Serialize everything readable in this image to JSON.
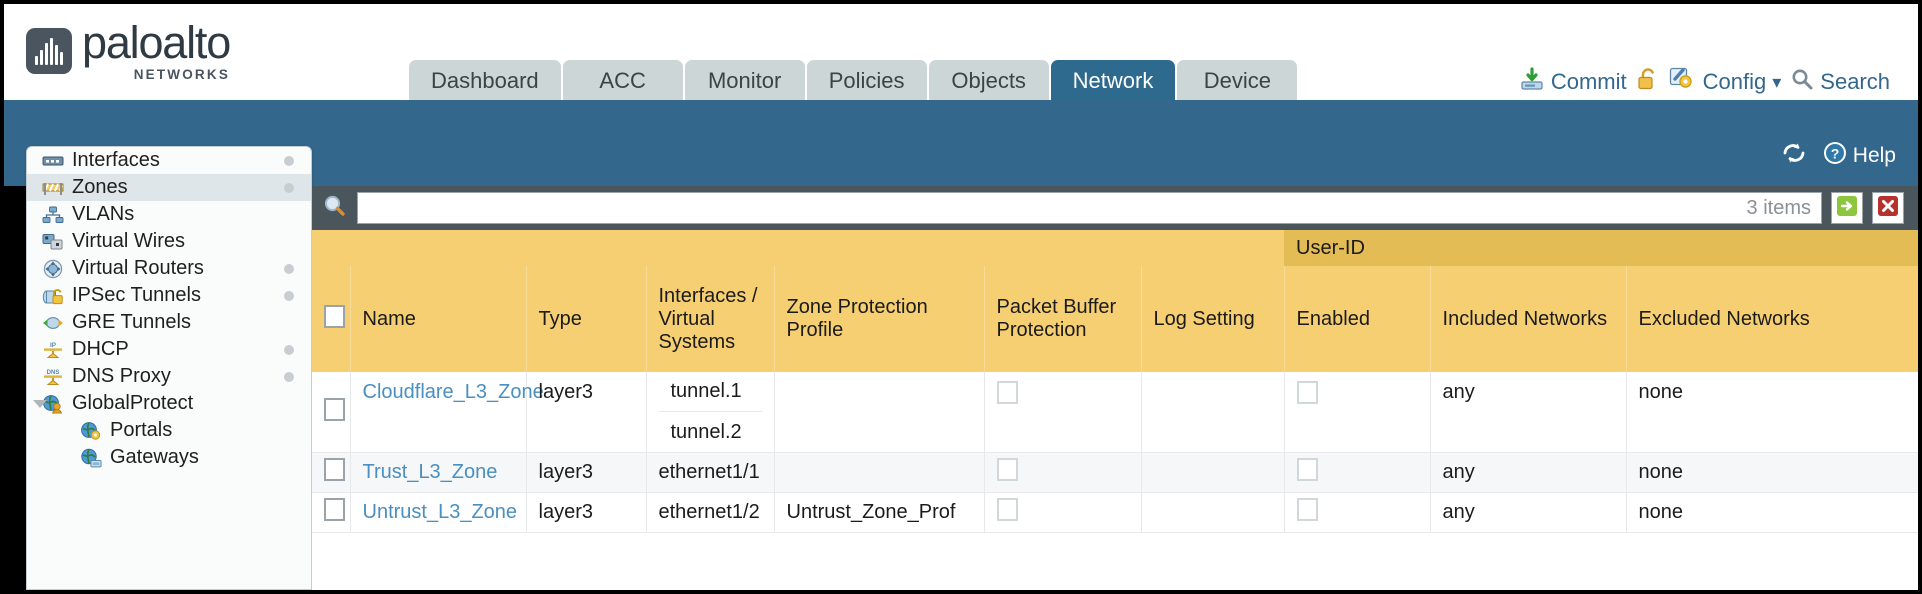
{
  "brand": {
    "name": "paloalto",
    "tagline": "NETWORKS",
    "trademark": "®"
  },
  "tabs": [
    {
      "label": "Dashboard",
      "active": false
    },
    {
      "label": "ACC",
      "active": false
    },
    {
      "label": "Monitor",
      "active": false
    },
    {
      "label": "Policies",
      "active": false
    },
    {
      "label": "Objects",
      "active": false
    },
    {
      "label": "Network",
      "active": true
    },
    {
      "label": "Device",
      "active": false
    }
  ],
  "top_actions": {
    "commit": "Commit",
    "lock_icon": "padlock-icon",
    "config": "Config",
    "config_caret": "▾",
    "search": "Search"
  },
  "utility_bar": {
    "refresh_icon": "refresh-icon",
    "help": "Help"
  },
  "sidebar": {
    "items": [
      {
        "label": "Interfaces",
        "icon": "interfaces-icon",
        "selected": false,
        "indent": false,
        "caret": false,
        "dot": true
      },
      {
        "label": "Zones",
        "icon": "zones-icon",
        "selected": true,
        "indent": false,
        "caret": false,
        "dot": true
      },
      {
        "label": "VLANs",
        "icon": "vlans-icon",
        "selected": false,
        "indent": false,
        "caret": false,
        "dot": false
      },
      {
        "label": "Virtual Wires",
        "icon": "virtual-wires-icon",
        "selected": false,
        "indent": false,
        "caret": false,
        "dot": false
      },
      {
        "label": "Virtual Routers",
        "icon": "virtual-routers-icon",
        "selected": false,
        "indent": false,
        "caret": false,
        "dot": true
      },
      {
        "label": "IPSec Tunnels",
        "icon": "ipsec-tunnels-icon",
        "selected": false,
        "indent": false,
        "caret": false,
        "dot": true
      },
      {
        "label": "GRE Tunnels",
        "icon": "gre-tunnels-icon",
        "selected": false,
        "indent": false,
        "caret": false,
        "dot": false
      },
      {
        "label": "DHCP",
        "icon": "dhcp-icon",
        "selected": false,
        "indent": false,
        "caret": false,
        "dot": true
      },
      {
        "label": "DNS Proxy",
        "icon": "dns-proxy-icon",
        "selected": false,
        "indent": false,
        "caret": false,
        "dot": true
      },
      {
        "label": "GlobalProtect",
        "icon": "globalprotect-icon",
        "selected": false,
        "indent": false,
        "caret": true,
        "dot": false
      },
      {
        "label": "Portals",
        "icon": "portals-icon",
        "selected": false,
        "indent": true,
        "caret": false,
        "dot": false
      },
      {
        "label": "Gateways",
        "icon": "gateways-icon",
        "selected": false,
        "indent": true,
        "caret": false,
        "dot": false
      }
    ]
  },
  "search": {
    "icon": "search-icon",
    "value": "",
    "placeholder": "",
    "items_count": "3 items",
    "apply_icon": "green-arrow-icon",
    "clear_icon": "red-x-icon"
  },
  "table": {
    "group_header": {
      "label": "User-ID",
      "spans": [
        "Enabled",
        "Included Networks",
        "Excluded Networks"
      ]
    },
    "columns": [
      "Name",
      "Type",
      "Interfaces / Virtual Systems",
      "Zone Protection Profile",
      "Packet Buffer Protection",
      "Log Setting",
      "Enabled",
      "Included Networks",
      "Excluded Networks"
    ],
    "select_all_checkbox": false,
    "rows": [
      {
        "selected": false,
        "name": "Cloudflare_L3_Zone",
        "type": "layer3",
        "interfaces": [
          "tunnel.1",
          "tunnel.2"
        ],
        "zone_protection_profile": "",
        "packet_buffer_protection": false,
        "log_setting": "",
        "userid_enabled": false,
        "included_networks": "any",
        "excluded_networks": "none"
      },
      {
        "selected": false,
        "name": "Trust_L3_Zone",
        "type": "layer3",
        "interfaces": [
          "ethernet1/1"
        ],
        "zone_protection_profile": "",
        "packet_buffer_protection": false,
        "log_setting": "",
        "userid_enabled": false,
        "included_networks": "any",
        "excluded_networks": "none"
      },
      {
        "selected": false,
        "name": "Untrust_L3_Zone",
        "type": "layer3",
        "interfaces": [
          "ethernet1/2"
        ],
        "zone_protection_profile": "Untrust_Zone_Prof",
        "packet_buffer_protection": false,
        "log_setting": "",
        "userid_enabled": false,
        "included_networks": "any",
        "excluded_networks": "none"
      }
    ]
  },
  "colors": {
    "brand_blue": "#33678c",
    "tab_inactive": "#cdd6d6",
    "header_yellow": "#f5cf72",
    "group_yellow": "#e3bc56",
    "link_blue": "#4a8fbf",
    "toolbar_dark": "#4b555c"
  }
}
